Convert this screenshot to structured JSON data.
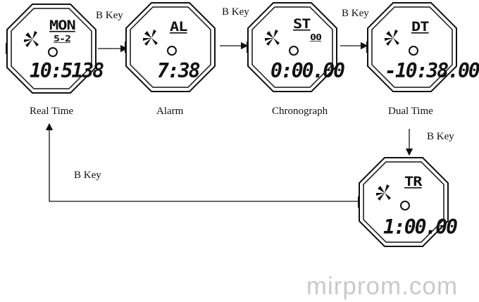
{
  "watches": [
    {
      "mode": "MON",
      "sub": "5-2",
      "time": "10:5138",
      "caption": "Real Time"
    },
    {
      "mode": "AL",
      "sub": "",
      "time": "7:38",
      "caption": "Alarm"
    },
    {
      "mode": "ST",
      "sub": "00",
      "time": "0:00.00",
      "caption": "Chronograph"
    },
    {
      "mode": "DT",
      "sub": "",
      "time": "-10:38.00",
      "caption": "Dual Time"
    },
    {
      "mode": "TR",
      "sub": "",
      "time": "1:00.00",
      "caption": ""
    }
  ],
  "keys": [
    "B Key",
    "B Key",
    "B Key",
    "B Key",
    "B Key"
  ],
  "watermark": "mirprom.com"
}
